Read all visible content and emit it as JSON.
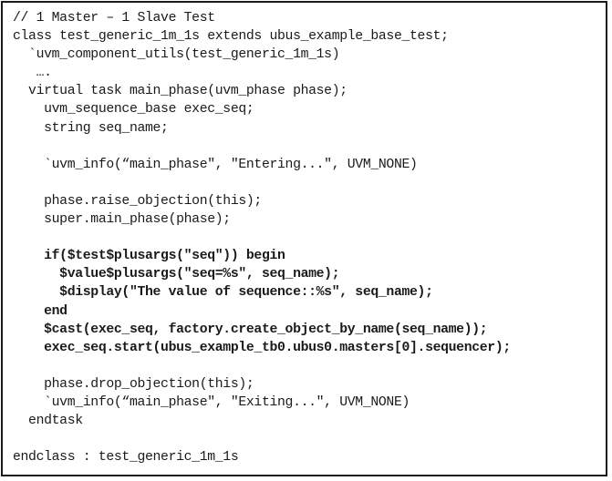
{
  "code": {
    "lines": [
      {
        "text": "// 1 Master – 1 Slave Test",
        "bold": false
      },
      {
        "text": "class test_generic_1m_1s extends ubus_example_base_test;",
        "bold": false
      },
      {
        "text": "  `uvm_component_utils(test_generic_1m_1s)",
        "bold": false
      },
      {
        "text": "   ….",
        "bold": false
      },
      {
        "text": "  virtual task main_phase(uvm_phase phase);",
        "bold": false
      },
      {
        "text": "    uvm_sequence_base exec_seq;",
        "bold": false
      },
      {
        "text": "    string seq_name;",
        "bold": false
      },
      {
        "text": "",
        "bold": false
      },
      {
        "text": "    `uvm_info(“main_phase\", \"Entering...\", UVM_NONE)",
        "bold": false
      },
      {
        "text": "",
        "bold": false
      },
      {
        "text": "    phase.raise_objection(this);",
        "bold": false
      },
      {
        "text": "    super.main_phase(phase);",
        "bold": false
      },
      {
        "text": "",
        "bold": false
      },
      {
        "text": "    if($test$plusargs(\"seq\")) begin",
        "bold": true
      },
      {
        "text": "      $value$plusargs(\"seq=%s\", seq_name);",
        "bold": true
      },
      {
        "text": "      $display(\"The value of sequence::%s\", seq_name);",
        "bold": true
      },
      {
        "text": "    end",
        "bold": true
      },
      {
        "text": "    $cast(exec_seq, factory.create_object_by_name(seq_name));",
        "bold": true
      },
      {
        "text": "    exec_seq.start(ubus_example_tb0.ubus0.masters[0].sequencer);",
        "bold": true
      },
      {
        "text": "",
        "bold": false
      },
      {
        "text": "    phase.drop_objection(this);",
        "bold": false
      },
      {
        "text": "    `uvm_info(“main_phase\", \"Exiting...\", UVM_NONE)",
        "bold": false
      },
      {
        "text": "  endtask",
        "bold": false
      },
      {
        "text": "",
        "bold": false
      },
      {
        "text": "endclass : test_generic_1m_1s",
        "bold": false
      }
    ]
  }
}
